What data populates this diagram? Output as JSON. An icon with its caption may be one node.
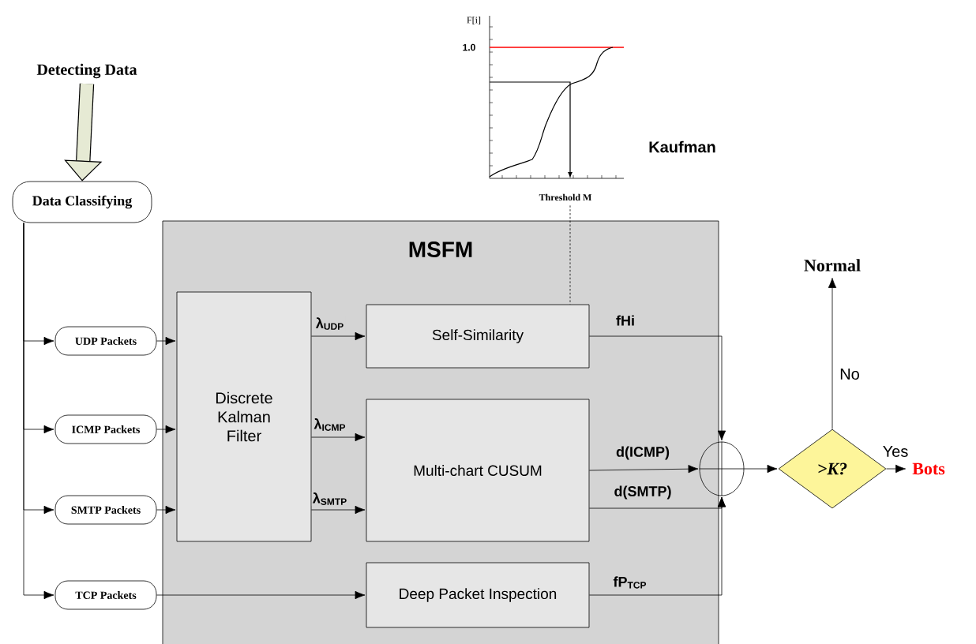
{
  "diagram": {
    "nodes": [
      {
        "text": [
          "Detecting Data"
        ]
      },
      {
        "text": [
          "Data Classifying"
        ]
      },
      {
        "text": [
          "MSFM"
        ]
      },
      {
        "text": [
          "UDP Packets"
        ]
      },
      {
        "text": [
          "ICMP Packets"
        ]
      },
      {
        "text": [
          "SMTP Packets"
        ]
      },
      {
        "text": [
          "TCP Packets"
        ]
      },
      {
        "text": [
          "Discrete Kalman Filter"
        ],
        "in": 2
      },
      {
        "text": [
          "Self-Similarity"
        ],
        "in": 2
      },
      {
        "text": [
          "Multi-chart CUSUM"
        ],
        "in": 2
      },
      {
        "text": [
          "Deep Packet Inspection"
        ],
        "in": 2
      },
      {
        "text": [],
        "shape": "circle"
      },
      {
        "text": [
          ">K?"
        ]
      },
      {
        "text": [
          "Normal"
        ]
      },
      {
        "text": [
          "Bots"
        ]
      },
      {
        "text": [],
        "shape": "picture",
        "beside": [
          "Kaufman"
        ]
      }
    ],
    "edges": [
      {
        "from": 0,
        "to": 1,
        "arrow": "to",
        "style": "thick"
      },
      {
        "from": 1,
        "to": 3,
        "arrow": "to"
      },
      {
        "from": 1,
        "to": 4,
        "arrow": "to"
      },
      {
        "from": 1,
        "to": 5,
        "arrow": "to"
      },
      {
        "from": 1,
        "to": 6,
        "arrow": "to"
      },
      {
        "from": 3,
        "to": 7,
        "arrow": "to"
      },
      {
        "from": 4,
        "to": 7,
        "arrow": "to"
      },
      {
        "from": 5,
        "to": 7,
        "arrow": "to"
      },
      {
        "from": 7,
        "to": 8,
        "arrow": "to",
        "label": "λ$_{UDP}$"
      },
      {
        "from": 7,
        "to": 9,
        "arrow": "to",
        "label": "λ$_{ICMP}$"
      },
      {
        "from": 7,
        "to": 9,
        "arrow": "to",
        "label": "λ$_{SMTP}$"
      },
      {
        "from": 6,
        "to": 10,
        "arrow": "to"
      },
      {
        "from": 8,
        "to": 11,
        "arrow": "to",
        "label": "fHi"
      },
      {
        "from": 9,
        "to": 11,
        "arrow": "to",
        "label": "d(ICMP)"
      },
      {
        "from": 9,
        "to": 11,
        "arrow": "to",
        "label": "d(SMTP)"
      },
      {
        "from": 10,
        "to": 11,
        "arrow": "to",
        "label": "fP$_{TCP}$"
      },
      {
        "from": 11,
        "to": 12,
        "arrow": "to"
      },
      {
        "from": 12,
        "to": 13,
        "arrow": "to",
        "label": "No"
      },
      {
        "from": 12,
        "to": 14,
        "arrow": "to",
        "label": "Yes"
      },
      {
        "from": 15,
        "to": 8,
        "arrow": "none",
        "style": "dashed"
      }
    ],
    "labels": [
      "F[i]",
      "1.0",
      "Threshold M"
    ]
  }
}
